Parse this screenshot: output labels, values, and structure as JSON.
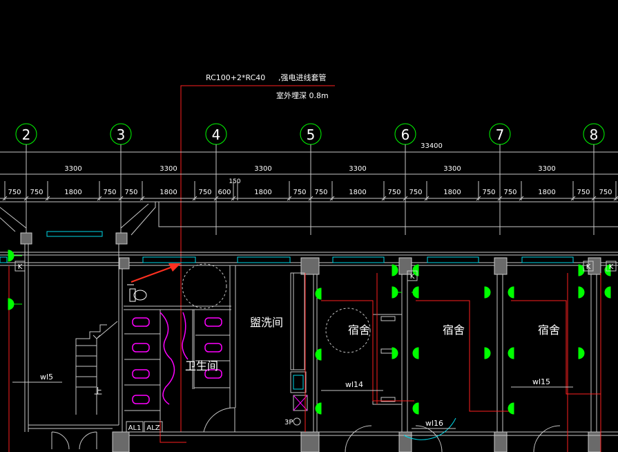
{
  "annotation": {
    "cable_spec": "RC100+2*RC40",
    "cable_desc": ",强电进线套管",
    "burial_depth": "室外埋深  0.8m"
  },
  "axes": [
    "2",
    "3",
    "4",
    "5",
    "6",
    "7",
    "8"
  ],
  "dimensions": {
    "total": "33400",
    "bays": [
      "3300",
      "3300",
      "3300",
      "3300",
      "3300",
      "3300"
    ],
    "sub": [
      "750",
      "750",
      "1800",
      "750",
      "750",
      "1800",
      "750",
      "600",
      "1800",
      "750",
      "750",
      "1800",
      "750",
      "750",
      "1800",
      "750",
      "750",
      "1800",
      "750",
      "750"
    ],
    "extra": "150"
  },
  "rooms": {
    "washroom": "盥洗间",
    "toilet": "卫生间",
    "dorm1": "宿舍",
    "dorm2": "宿舍",
    "dorm3": "宿舍",
    "stair_up": "上"
  },
  "circuits": {
    "wl5": "wl5",
    "wl14": "wl14",
    "wl15": "wl15",
    "wl16": "wl16"
  },
  "panels": {
    "al1": "AL1",
    "alz": "ALZ",
    "three_p": "3P"
  },
  "markers": {
    "k": "K"
  },
  "colors": {
    "background": "#000000",
    "walls": "#c8c8c8",
    "axis_circles": "#00ff00",
    "cable": "#ff2020",
    "windows": "#00d8e8",
    "fixtures": "#ff00ff",
    "lamps": "#00ff00",
    "arrow": "#ff3020"
  }
}
